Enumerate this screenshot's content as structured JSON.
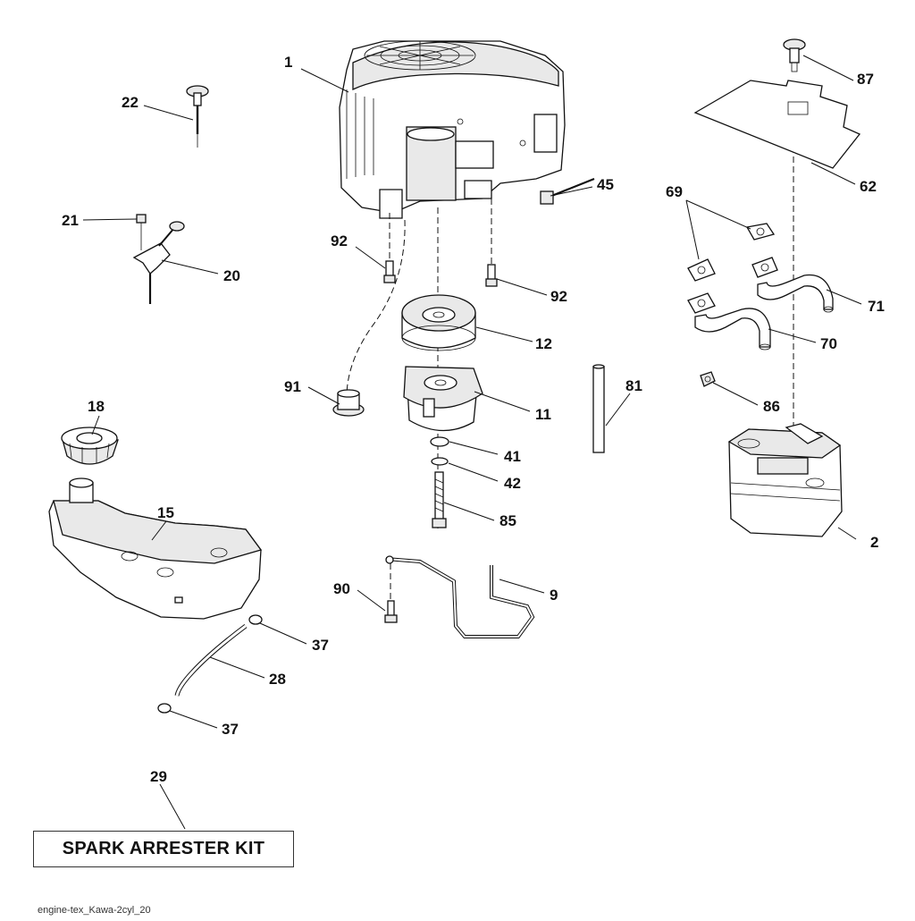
{
  "parts": [
    {
      "id": "engine",
      "ref": "1"
    },
    {
      "id": "muffler",
      "ref": "2"
    },
    {
      "id": "bracket-9",
      "ref": "9"
    },
    {
      "id": "pto-clutch",
      "ref": "11"
    },
    {
      "id": "pulley",
      "ref": "12"
    },
    {
      "id": "fuel-tank",
      "ref": "15"
    },
    {
      "id": "fuel-cap",
      "ref": "18"
    },
    {
      "id": "throttle-control",
      "ref": "20"
    },
    {
      "id": "screw-21",
      "ref": "21"
    },
    {
      "id": "choke-knob",
      "ref": "22"
    },
    {
      "id": "fuel-hose",
      "ref": "28"
    },
    {
      "id": "spark-arrester",
      "ref": "29"
    },
    {
      "id": "hose-clamp-upper",
      "ref": "37"
    },
    {
      "id": "hose-clamp-lower",
      "ref": "37"
    },
    {
      "id": "washer-41",
      "ref": "41"
    },
    {
      "id": "washer-42",
      "ref": "42"
    },
    {
      "id": "fitting-45",
      "ref": "45"
    },
    {
      "id": "heat-shield",
      "ref": "62"
    },
    {
      "id": "gaskets",
      "ref": "69"
    },
    {
      "id": "exhaust-pipe-70",
      "ref": "70"
    },
    {
      "id": "exhaust-pipe-71",
      "ref": "71"
    },
    {
      "id": "rod-81",
      "ref": "81"
    },
    {
      "id": "bolt-85",
      "ref": "85"
    },
    {
      "id": "nut-86",
      "ref": "86"
    },
    {
      "id": "knob-87",
      "ref": "87"
    },
    {
      "id": "bolt-90",
      "ref": "90"
    },
    {
      "id": "grommet-91",
      "ref": "91"
    },
    {
      "id": "bolt-92-left",
      "ref": "92"
    },
    {
      "id": "bolt-92-right",
      "ref": "92"
    }
  ],
  "kit": {
    "label": "SPARK ARRESTER KIT"
  },
  "file_name": "engine-tex_Kawa-2cyl_20"
}
